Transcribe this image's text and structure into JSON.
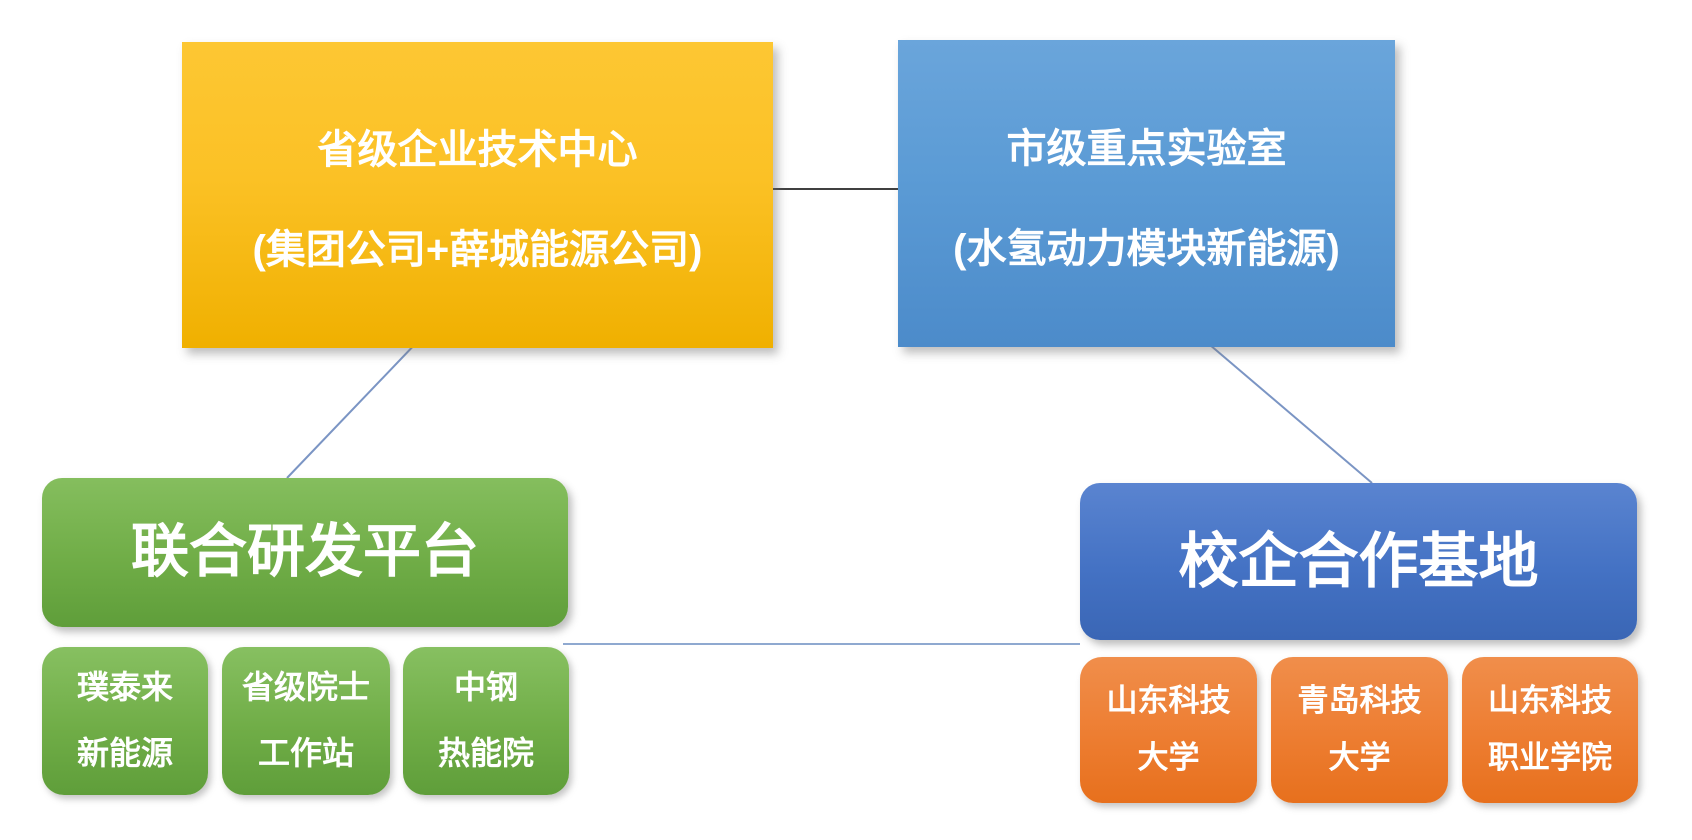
{
  "canvas": {
    "background": "#ffffff"
  },
  "nodes": {
    "tech_center": {
      "line1": "省级企业技术中心",
      "line2": "(集团公司+薛城能源公司)",
      "color": "#FFC000"
    },
    "key_lab": {
      "line1": "市级重点实验室",
      "line2": "(水氢动力模块新能源)",
      "color": "#5B9BD5"
    },
    "rd_platform": {
      "label": "联合研发平台",
      "color": "#70AD47"
    },
    "coop_base": {
      "label": "校企合作基地",
      "color": "#4472C4"
    },
    "rd_children": [
      {
        "line1": "璞泰来",
        "line2": "新能源",
        "color": "#70AD47"
      },
      {
        "line1": "省级院士",
        "line2": "工作站",
        "color": "#70AD47"
      },
      {
        "line1": "中钢",
        "line2": "热能院",
        "color": "#70AD47"
      }
    ],
    "coop_children": [
      {
        "line1": "山东科技",
        "line2": "大学",
        "color": "#ED7D31"
      },
      {
        "line1": "青岛科技",
        "line2": "大学",
        "color": "#ED7D31"
      },
      {
        "line1": "山东科技",
        "line2": "职业学院",
        "color": "#ED7D31"
      }
    ]
  },
  "connectors": {
    "top_line_color": "#404040",
    "branch_line_color": "#7b95c4",
    "bottom_line_color": "#8fa9d0"
  }
}
